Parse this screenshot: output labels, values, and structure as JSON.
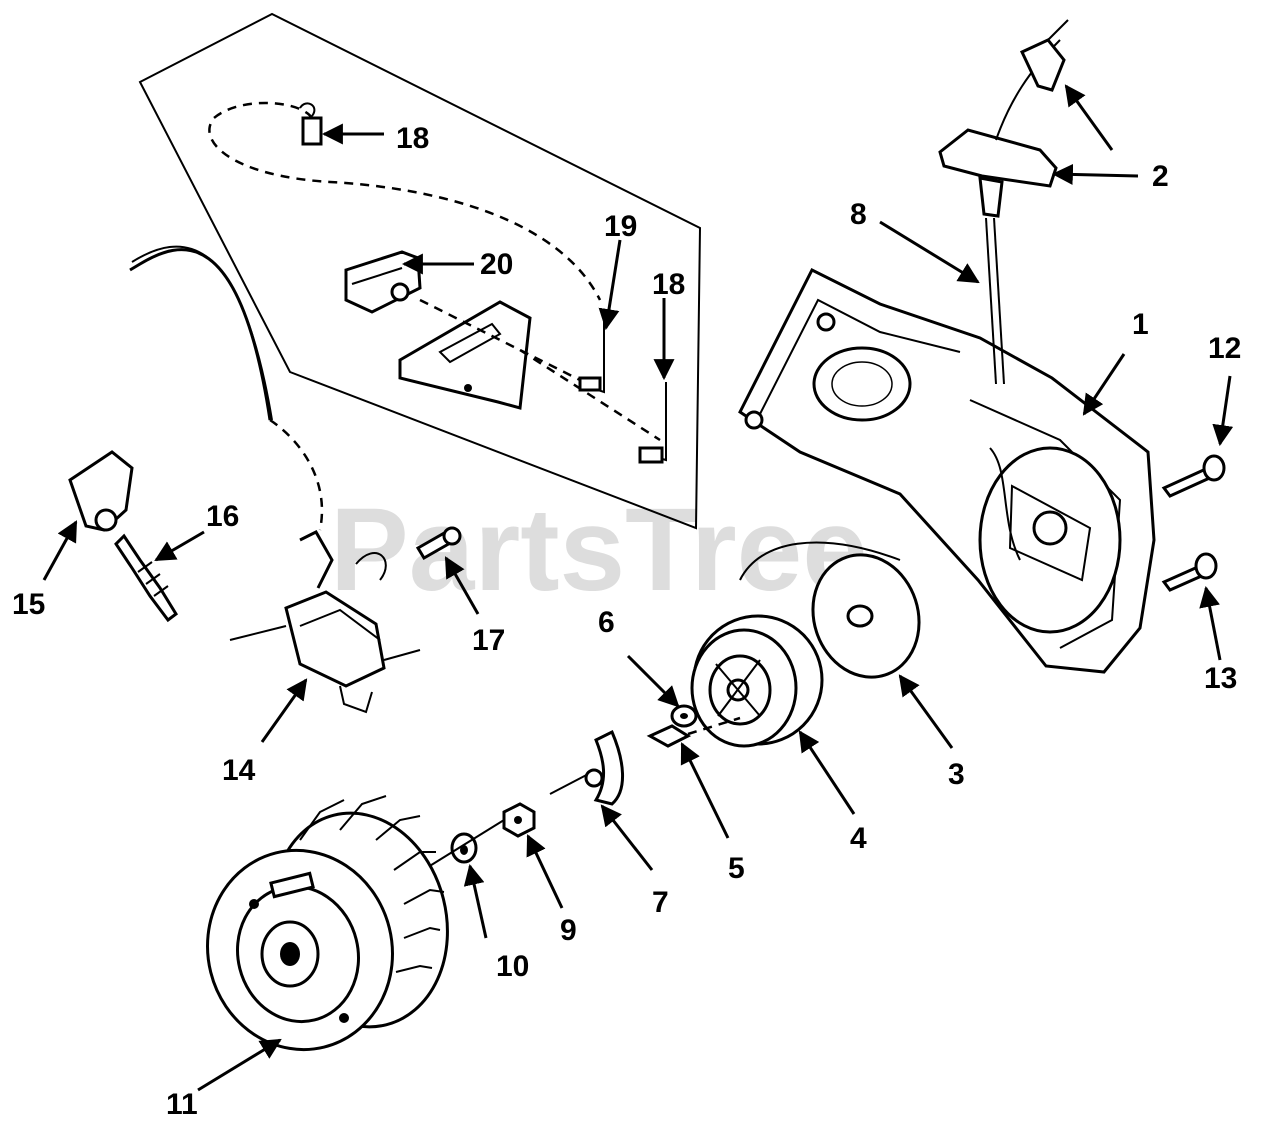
{
  "watermark": "PartsTree",
  "callouts": [
    {
      "id": "p1",
      "label": "1"
    },
    {
      "id": "p2",
      "label": "2"
    },
    {
      "id": "p3",
      "label": "3"
    },
    {
      "id": "p4",
      "label": "4"
    },
    {
      "id": "p5",
      "label": "5"
    },
    {
      "id": "p6",
      "label": "6"
    },
    {
      "id": "p7",
      "label": "7"
    },
    {
      "id": "p8",
      "label": "8"
    },
    {
      "id": "p9",
      "label": "9"
    },
    {
      "id": "p10",
      "label": "10"
    },
    {
      "id": "p11",
      "label": "11"
    },
    {
      "id": "p12",
      "label": "12"
    },
    {
      "id": "p13",
      "label": "13"
    },
    {
      "id": "p14",
      "label": "14"
    },
    {
      "id": "p15",
      "label": "15"
    },
    {
      "id": "p16",
      "label": "16"
    },
    {
      "id": "p17",
      "label": "17"
    },
    {
      "id": "p18a",
      "label": "18"
    },
    {
      "id": "p18b",
      "label": "18"
    },
    {
      "id": "p19",
      "label": "19"
    },
    {
      "id": "p20",
      "label": "20"
    }
  ]
}
